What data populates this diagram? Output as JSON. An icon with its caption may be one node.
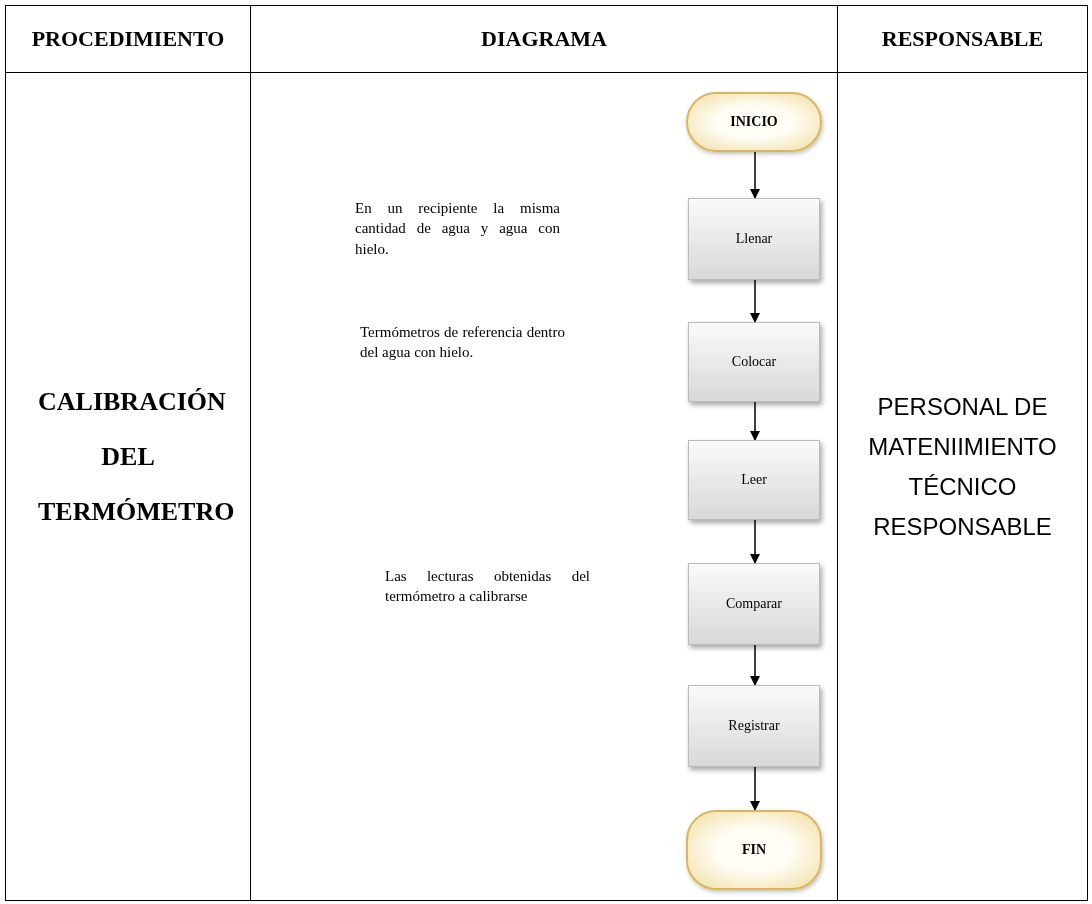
{
  "diagram": {
    "nodes": [
      {
        "text": [
          "INICIO"
        ]
      },
      {
        "text": [
          "Llenar"
        ]
      },
      {
        "text": [
          "Colocar"
        ]
      },
      {
        "text": [
          "Leer"
        ]
      },
      {
        "text": [
          "Comparar"
        ]
      },
      {
        "text": [
          "Registrar"
        ]
      },
      {
        "text": [
          "FIN"
        ]
      }
    ],
    "edges": [
      {
        "from": 0,
        "to": 1,
        "arrow": "to"
      },
      {
        "from": 1,
        "to": 2,
        "arrow": "to"
      },
      {
        "from": 2,
        "to": 3,
        "arrow": "to"
      },
      {
        "from": 3,
        "to": 4,
        "arrow": "to"
      },
      {
        "from": 4,
        "to": 5,
        "arrow": "to"
      },
      {
        "from": 5,
        "to": 6,
        "arrow": "to"
      }
    ],
    "labels": [
      "PROCEDIMIENTO",
      "DIAGRAMA",
      "RESPONSABLE",
      "CALIBRACIÓN DEL TERMÓMETRO",
      "En un recipiente la misma cantidad de agua y agua con hielo.",
      "Termómetros de referencia dentro del agua con hielo.",
      "Las lecturas obtenidas del termómetro a calibrarse",
      "PERSONAL DE MATENIIMIENTO TÉCNICO RESPONSABLE"
    ]
  }
}
